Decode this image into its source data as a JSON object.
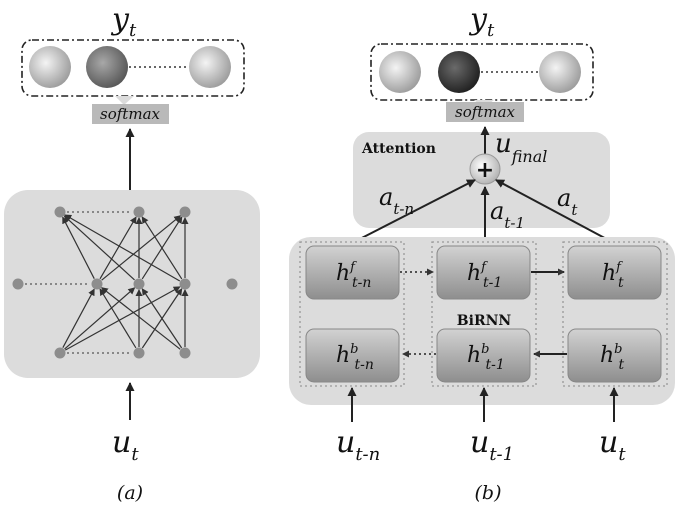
{
  "panel_a": {
    "output": {
      "base": "y",
      "sub": "t"
    },
    "softmax": "softmax",
    "input": {
      "base": "u",
      "sub": "t"
    },
    "caption": "(a)"
  },
  "panel_b": {
    "output": {
      "base": "y",
      "sub": "t"
    },
    "softmax": "softmax",
    "attention": "Attention",
    "u_final": {
      "base": "u",
      "sub": "final"
    },
    "plus": "+",
    "weights": [
      {
        "base": "a",
        "sub": "t-n"
      },
      {
        "base": "a",
        "sub": "t-1"
      },
      {
        "base": "a",
        "sub": "t"
      }
    ],
    "birnn": "BiRNN",
    "forward": [
      {
        "base": "h",
        "sup": "f",
        "sub": "t-n"
      },
      {
        "base": "h",
        "sup": "f",
        "sub": "t-1"
      },
      {
        "base": "h",
        "sup": "f",
        "sub": "t"
      }
    ],
    "backward": [
      {
        "base": "h",
        "sup": "b",
        "sub": "t-n"
      },
      {
        "base": "h",
        "sup": "b",
        "sub": "t-1"
      },
      {
        "base": "h",
        "sup": "b",
        "sub": "t"
      }
    ],
    "inputs": [
      {
        "base": "u",
        "sub": "t-n"
      },
      {
        "base": "u",
        "sub": "t-1"
      },
      {
        "base": "u",
        "sub": "t"
      }
    ],
    "caption": "(b)"
  }
}
